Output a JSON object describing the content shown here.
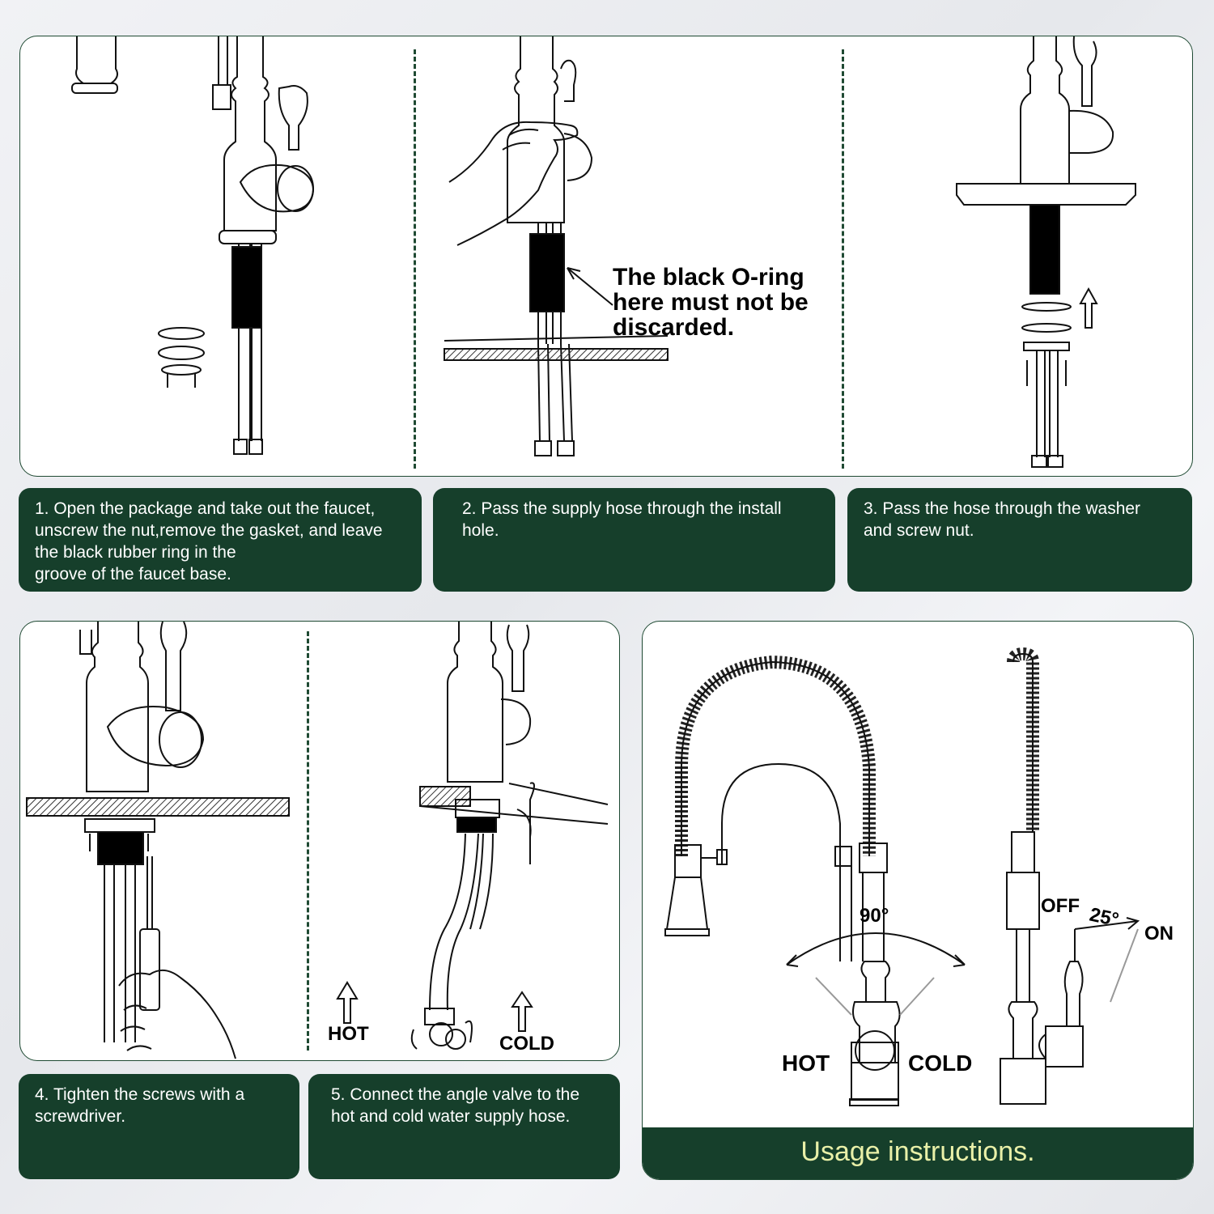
{
  "colors": {
    "caption_bg": "#163f2b",
    "caption_text": "#ffffff",
    "usage_text": "#e9f0a8",
    "border": "#1f4a33"
  },
  "steps": [
    {
      "text": "1. Open the package and take out the faucet,\nunscrew the nut,remove the gasket, and leave\nthe black rubber ring in the\ngroove of the faucet base."
    },
    {
      "text": "2. Pass the supply hose through the install\nhole."
    },
    {
      "text": "3. Pass the hose through the washer\nand screw nut."
    },
    {
      "text": "4. Tighten the screws with a\nscrewdriver."
    },
    {
      "text": "5. Connect the angle valve to the\nhot and cold water supply hose."
    }
  ],
  "callout": {
    "line1": "The black O-ring",
    "line2": "here must not be",
    "line3": "discarded."
  },
  "step5_labels": {
    "hot": "HOT",
    "cold": "COLD"
  },
  "usage": {
    "hot": "HOT",
    "cold": "COLD",
    "angle_swivel": "90°",
    "off": "OFF",
    "on": "ON",
    "angle_handle": "25°",
    "title": "Usage instructions."
  },
  "icons": [
    "faucet-illustration",
    "hand-illustration",
    "screwdriver-icon",
    "up-arrow-icon",
    "angle-valve-icon",
    "pull-down-faucet-illustration"
  ]
}
